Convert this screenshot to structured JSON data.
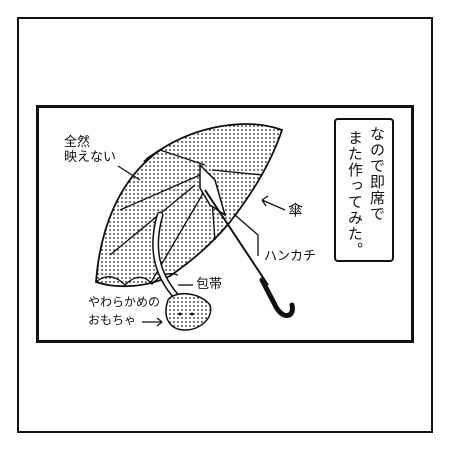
{
  "labels": {
    "full_dots_line1": "全然",
    "full_dots_line2": "映えない",
    "umbrella": "傘",
    "handkerchief": "ハンカチ",
    "bandage": "包帯",
    "toy_line1": "やわらかめの",
    "toy_line2": "おもちゃ"
  },
  "narration": {
    "col1": "なので即席で",
    "col2": "また作ってみた。"
  },
  "colors": {
    "ink": "#111111",
    "paper": "#ffffff"
  }
}
